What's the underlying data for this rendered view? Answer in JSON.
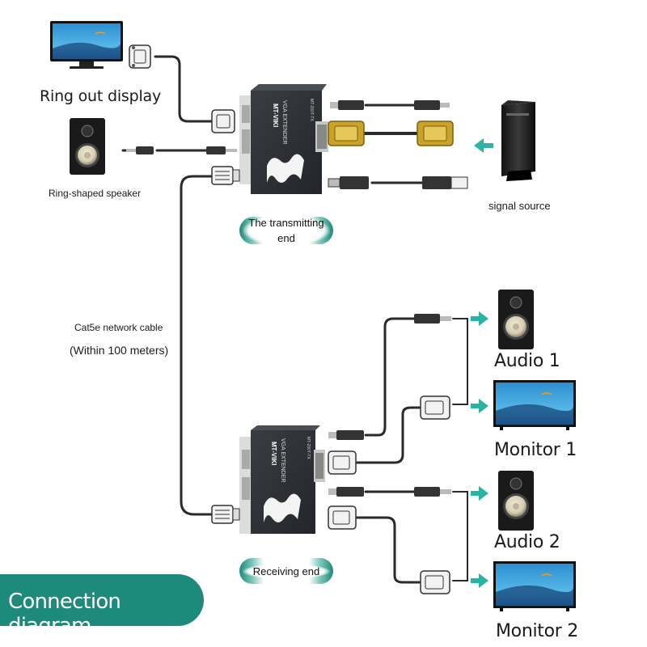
{
  "labels": {
    "ring_out_display": "Ring out display",
    "ring_speaker": "Ring-shaped speaker",
    "transmitting_end": "The transmitting end",
    "signal_source": "signal source",
    "cable_line1": "Cat5e network cable",
    "cable_line2": "(Within 100 meters)",
    "audio1": "Audio 1",
    "monitor1": "Monitor 1",
    "audio2": "Audio 2",
    "monitor2": "Monitor 2",
    "receiving_end": "Receiving end",
    "banner": "Connection diagram"
  },
  "device_text": {
    "brand": "MT-VIKI",
    "product": "VGA EXTENDER",
    "tx_model": "MT-200T-TX"
  },
  "colors": {
    "accent": "#1d8a7b",
    "arrow": "#2bb3a3",
    "device_body": "#2c2f33",
    "vga_gold": "#c9a227",
    "screen_sky": "#3aa0d8"
  }
}
